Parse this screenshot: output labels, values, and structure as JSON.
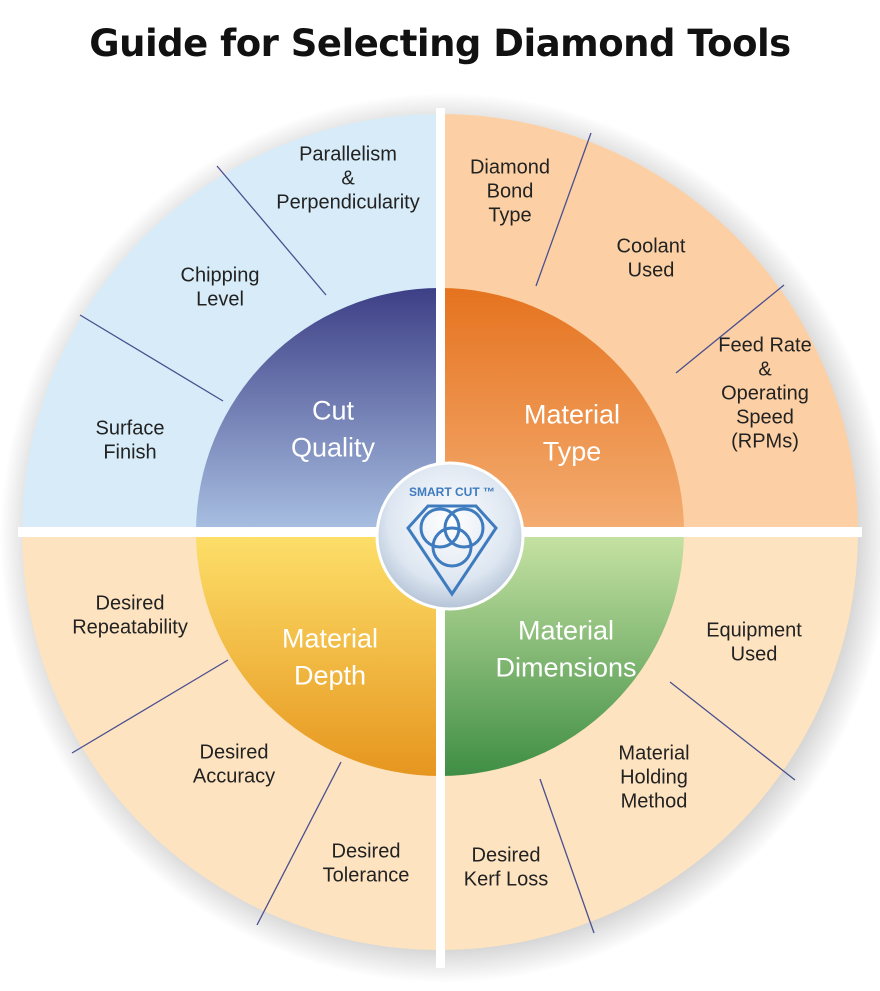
{
  "title": "Guide for Selecting Diamond Tools",
  "logo": {
    "text": "SMART CUT ™"
  },
  "colors": {
    "outer_blue": "#d7ecf8",
    "outer_orange": "#fcd0a4",
    "outer_yellow": "#fde3c0",
    "cut_quality_top": "#3d3f86",
    "cut_quality_bottom": "#9fb7de",
    "material_type_top": "#e5731f",
    "material_type_bottom": "#f4ad72",
    "material_depth_top": "#fde06a",
    "material_depth_bottom": "#e6961f",
    "material_dimensions_top": "#c8e3a4",
    "material_dimensions_bottom": "#3f8e45",
    "logo_accent": "#3f7bbf"
  },
  "quadrants": [
    {
      "core_label": [
        "Cut",
        "Quality"
      ],
      "segments": [
        {
          "label": [
            "Parallelism",
            "&",
            "Perpendicularity"
          ]
        },
        {
          "label": [
            "Chipping",
            "Level"
          ]
        },
        {
          "label": [
            "Surface",
            "Finish"
          ]
        }
      ]
    },
    {
      "core_label": [
        "Material",
        "Type"
      ],
      "segments": [
        {
          "label": [
            "Diamond",
            "Bond",
            "Type"
          ]
        },
        {
          "label": [
            "Coolant",
            "Used"
          ]
        },
        {
          "label": [
            "Feed Rate",
            "&",
            "Operating",
            "Speed",
            "(RPMs)"
          ]
        }
      ]
    },
    {
      "core_label": [
        "Material",
        "Dimensions"
      ],
      "segments": [
        {
          "label": [
            "Equipment",
            "Used"
          ]
        },
        {
          "label": [
            "Material",
            "Holding",
            "Method"
          ]
        },
        {
          "label": [
            "Desired",
            "Kerf Loss"
          ]
        }
      ]
    },
    {
      "core_label": [
        "Material",
        "Depth"
      ],
      "segments": [
        {
          "label": [
            "Desired",
            "Repeatability"
          ]
        },
        {
          "label": [
            "Desired",
            "Accuracy"
          ]
        },
        {
          "label": [
            "Desired",
            "Tolerance"
          ]
        }
      ]
    }
  ]
}
